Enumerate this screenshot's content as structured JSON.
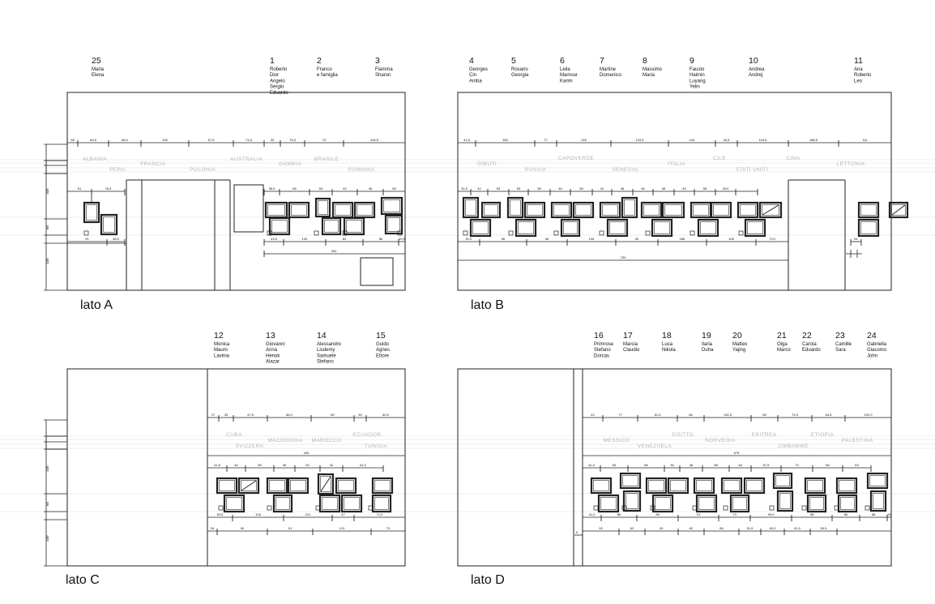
{
  "panels": [
    {
      "id": "a",
      "label": "lato A",
      "groups": [
        {
          "num": "25",
          "names": [
            "Maria",
            "Elena"
          ]
        },
        {
          "num": "1",
          "names": [
            "Roberto",
            "Dior",
            "Angelo",
            "Sergio",
            "Eduardo"
          ]
        },
        {
          "num": "2",
          "names": [
            "Franco",
            "e famiglia"
          ]
        },
        {
          "num": "3",
          "names": [
            "Fiamma",
            "Sharon"
          ]
        }
      ],
      "countries": [
        "ALBANIA",
        "PERU",
        "FRANCIA",
        "POLONIA",
        "AUSTRALIA",
        "GAMBIA",
        "BRASILE",
        "ROMANIA"
      ],
      "top_dims": [
        "38",
        "60,5",
        "88,0",
        "100",
        "67,5",
        "71,5",
        "33",
        "75,5",
        "72",
        "126,5"
      ],
      "mid_dims_left": [
        "51",
        "76,5"
      ],
      "mid_dims_right": [
        "38,5",
        "68",
        "53",
        "62",
        "46",
        "55",
        "32,5"
      ],
      "bot_dims_left": [
        "91",
        "38,5"
      ],
      "bot_dims_right": [
        "43,5",
        "100",
        "84",
        "86",
        "25,5"
      ],
      "span_dim": "300",
      "side_dims": [
        "100",
        "60",
        "100"
      ]
    },
    {
      "id": "b",
      "label": "lato B",
      "groups": [
        {
          "num": "4",
          "names": [
            "Georges",
            "Cin",
            "Amba"
          ]
        },
        {
          "num": "5",
          "names": [
            "Rosario",
            "Georgia"
          ]
        },
        {
          "num": "6",
          "names": [
            "Leila",
            "Mamour",
            "Karim"
          ]
        },
        {
          "num": "7",
          "names": [
            "Martine",
            "Domenico"
          ]
        },
        {
          "num": "8",
          "names": [
            "Massimo",
            "Maria"
          ]
        },
        {
          "num": "9",
          "names": [
            "Fausto",
            "Haimin",
            "Luyang",
            "Yelin"
          ]
        },
        {
          "num": "10",
          "names": [
            "Andrea",
            "Andrej"
          ]
        },
        {
          "num": "11",
          "names": [
            "Ana",
            "Roberto",
            "Leo"
          ]
        }
      ],
      "countries": [
        "GIBUTI",
        "RUSSIA",
        "CAPOVERDE",
        "SENEGAL",
        "ITALIA",
        "CILE",
        "STATI UNITI",
        "CINA",
        "LETTONIA"
      ],
      "top_dims": [
        "41,5",
        "160",
        "77",
        "118",
        "123,5",
        "104",
        "40,5",
        "116,5",
        "188,5",
        "111"
      ],
      "mid_dims": [
        "31,5",
        "42",
        "53",
        "63",
        "58",
        "46",
        "58",
        "42",
        "46",
        "46",
        "58",
        "49",
        "58",
        "40,5"
      ],
      "bot_dims": [
        "51,0",
        "96",
        "96",
        "106",
        "90",
        "186",
        "105",
        "73,0"
      ],
      "span_dim": "730",
      "right_dim": "61"
    },
    {
      "id": "c",
      "label": "lato C",
      "groups": [
        {
          "num": "12",
          "names": [
            "Monica",
            "Mauro",
            "Lavinia"
          ]
        },
        {
          "num": "13",
          "names": [
            "Giovanni",
            "Anna",
            "Henok",
            "Alazar"
          ]
        },
        {
          "num": "14",
          "names": [
            "Alessandro",
            "Lisdemy",
            "Samuele",
            "Stefano"
          ]
        },
        {
          "num": "15",
          "names": [
            "Guido",
            "Agnes",
            "Ettore"
          ]
        }
      ],
      "countries": [
        "CUBA",
        "SVIZZERA",
        "MACEDONIA",
        "MAROCCO",
        "ECUADOR",
        "TUNISIA"
      ],
      "top_dims": [
        "27",
        "33",
        "47,5",
        "86,0",
        "80",
        "30",
        "60,5"
      ],
      "span_dim": "420",
      "mid_dims": [
        "41,5",
        "40",
        "55",
        "45",
        "53",
        "42",
        "61,0"
      ],
      "bot_dims": [
        "59,5",
        "106",
        "101",
        "47",
        "71,0"
      ],
      "foot_dims": [
        "26",
        "90",
        "91",
        "113",
        "73"
      ],
      "side_dims": [
        "100",
        "60",
        "100"
      ]
    },
    {
      "id": "d",
      "label": "lato D",
      "groups": [
        {
          "num": "16",
          "names": [
            "Primrose",
            "Stefano",
            "Dorcas"
          ]
        },
        {
          "num": "17",
          "names": [
            "Marcia",
            "Claudio"
          ]
        },
        {
          "num": "18",
          "names": [
            "Luca",
            "Nikola"
          ]
        },
        {
          "num": "19",
          "names": [
            "Ilaria",
            "Duha"
          ]
        },
        {
          "num": "20",
          "names": [
            "Matteo",
            "Yajing"
          ]
        },
        {
          "num": "21",
          "names": [
            "Olga",
            "Marco"
          ]
        },
        {
          "num": "22",
          "names": [
            "Carola",
            "Eduardo"
          ]
        },
        {
          "num": "23",
          "names": [
            "Camille",
            "Sara"
          ]
        },
        {
          "num": "24",
          "names": [
            "Gabriella",
            "Giacomo",
            "John"
          ]
        }
      ],
      "countries": [
        "MESSICO",
        "VENEZUELA",
        "EGITTO",
        "NORVEGIA",
        "ERITREA",
        "ZIMBABWE",
        "ETIOPIA",
        "PALESTINA"
      ],
      "top_dims": [
        "42",
        "77",
        "81,5",
        "86",
        "100,5",
        "58",
        "74,5",
        "64,5",
        "102,0"
      ],
      "span_dim": "675",
      "mid_dims": [
        "41,0",
        "63",
        "86",
        "36",
        "48",
        "58",
        "48",
        "67,5",
        "73",
        "66",
        "63"
      ],
      "bot_dims": [
        "41,0",
        "86",
        "98",
        "91",
        "73",
        "99,0",
        "98",
        "66",
        "68",
        "25"
      ],
      "foot_dims": [
        "93",
        "62",
        "81",
        "62",
        "86",
        "51,5",
        "60,0",
        "61,5",
        "59,5"
      ],
      "left_dim": "5"
    }
  ]
}
